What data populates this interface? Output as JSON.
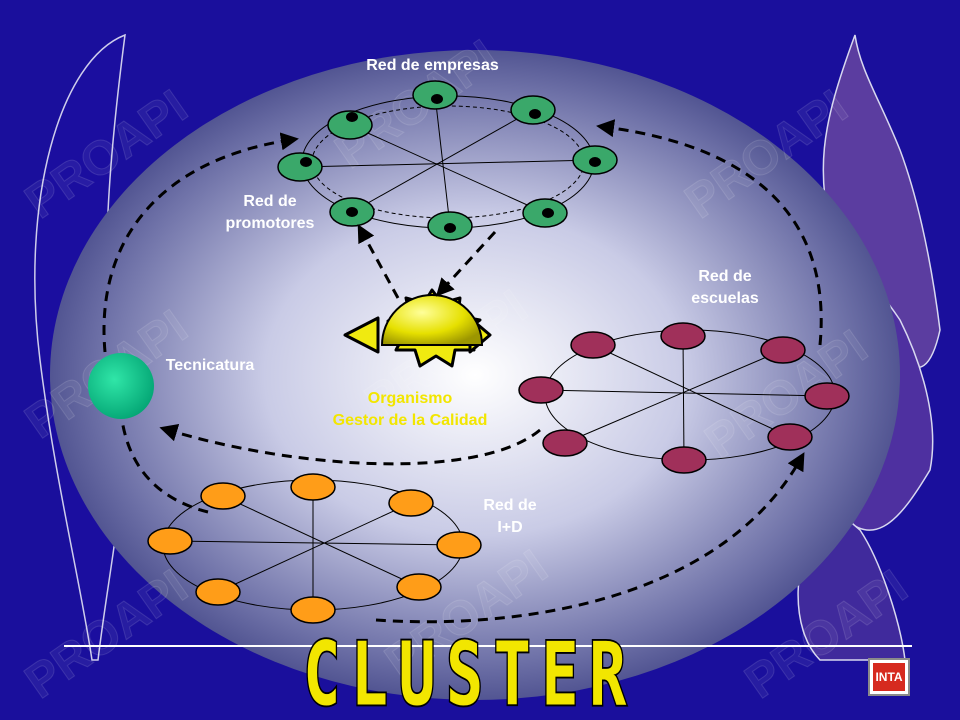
{
  "labels": {
    "empresas": "Red de empresas",
    "promotores": "Red de\npromotores",
    "escuelas": "Red de\nescuelas",
    "tecnicatura": "Tecnicatura",
    "organismo": "Organismo\nGestor de la Calidad",
    "id": "Red de\nI+D"
  },
  "title": "CLUSTER",
  "watermark": "PROAPI",
  "logo_text": "INTA",
  "colors": {
    "background": "#1a0f9c",
    "empresas_node": "#3aa86a",
    "escuelas_node": "#a0305a",
    "id_node": "#ff9d18",
    "tecnicatura_node": "#00c98a",
    "sun": "#f0ea10",
    "title": "#f2e600"
  }
}
